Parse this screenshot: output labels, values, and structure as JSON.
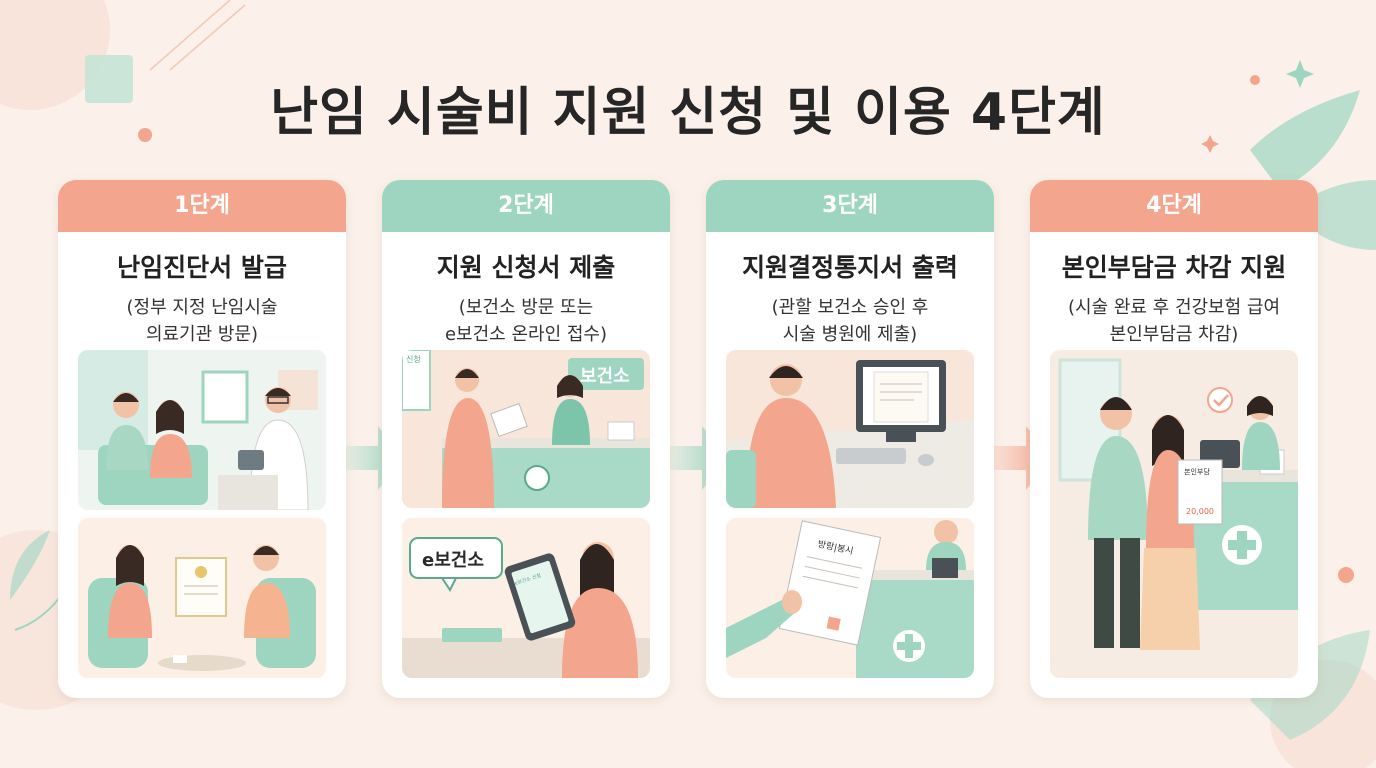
{
  "title": "난임 시술비 지원 신청 및 이용 4단계",
  "colors": {
    "background": "#fbf1ea",
    "coral": "#f3a58e",
    "mint": "#9dd5c1",
    "card": "#ffffff"
  },
  "steps": [
    {
      "step": "1단계",
      "title": "난임진단서 발급",
      "description": "(정부 지정 난임시술\n의료기관 방문)",
      "images": [
        "doctor-consultation-illustration",
        "couple-with-certificate-illustration"
      ]
    },
    {
      "step": "2단계",
      "title": "지원 신청서 제출",
      "description": "(보건소 방문 또는\ne보건소 온라인 접수)",
      "images": [
        "health-center-counter-illustration",
        "tablet-online-application-illustration"
      ],
      "sign_label": "보건소",
      "bubble_label": "e보건소",
      "form_label": "신청",
      "tablet_label": "e보건소 신청"
    },
    {
      "step": "3단계",
      "title": "지원결정통지서 출력",
      "description": "(관할 보건소 승인 후\n시술 병원에 제출)",
      "images": [
        "computer-printing-illustration",
        "notice-submission-illustration"
      ],
      "paper_label": "방랑|봉시"
    },
    {
      "step": "4단계",
      "title": "본인부담금 차감 지원",
      "description": "(시술 완료 후 건강보험 급여\n본인부담금 차감)",
      "images": [
        "hospital-reception-couple-illustration"
      ],
      "receipt_label": "본인부담",
      "receipt_amount": "20,000"
    }
  ]
}
